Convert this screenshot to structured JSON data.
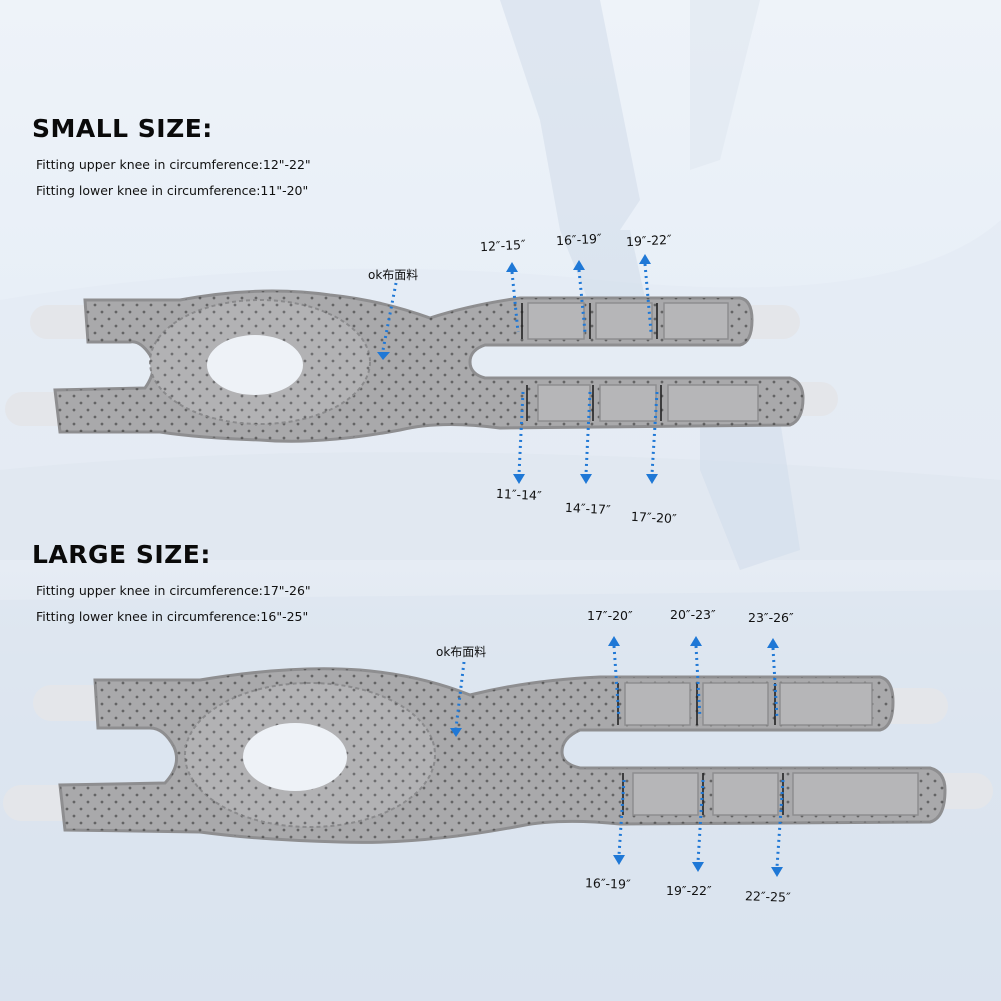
{
  "colors": {
    "background": "#e9eff6",
    "brace_fill": "#a9a9ab",
    "brace_edge": "#8e8e90",
    "arrow_blue": "#1f78d6",
    "tab_white": "#e4e6ea"
  },
  "small": {
    "title": "SMALL SIZE:",
    "upper_spec": "Fitting upper knee in circumference:12\"-22\"",
    "lower_spec": "Fitting lower knee in circumference:11\"-20\"",
    "fabric_label": "ok布面料",
    "upper_ranges": [
      "12″-15″",
      "16″-19″",
      "19″-22″"
    ],
    "lower_ranges": [
      "11″-14″",
      "14″-17″",
      "17″-20″"
    ]
  },
  "large": {
    "title": "LARGE SIZE:",
    "upper_spec": "Fitting upper knee in circumference:17\"-26\"",
    "lower_spec": "Fitting lower knee in circumference:16\"-25\"",
    "fabric_label": "ok布面料",
    "upper_ranges": [
      "17″-20″",
      "20″-23″",
      "23″-26″"
    ],
    "lower_ranges": [
      "16″-19″",
      "19″-22″",
      "22″-25″"
    ]
  }
}
